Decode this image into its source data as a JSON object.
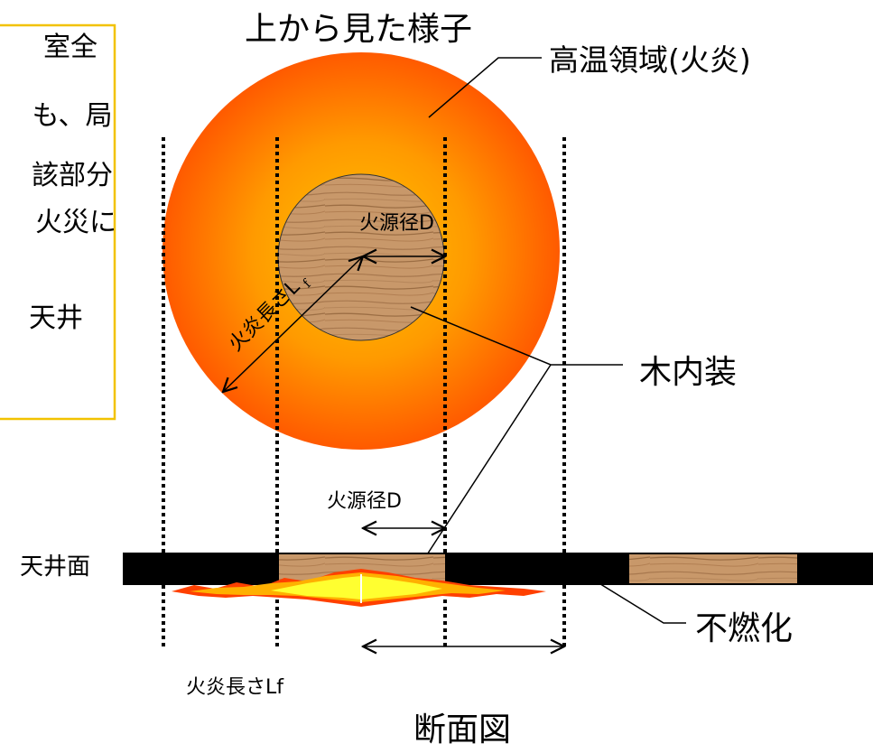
{
  "texts": {
    "top_view_title": "上から見た様子",
    "high_temp_region": "高温領域(火炎)",
    "source_diameter_top": "火源径D",
    "flame_length_top": "火炎長さL",
    "flame_length_top_sub": "f",
    "wood_interior": "木内装",
    "source_diameter_section": "火源径D",
    "ceiling_surface": "天井面",
    "noncombustible": "不燃化",
    "flame_length_section": "火炎長さLf",
    "section_title": "断面図",
    "callout_lines": [
      "室全",
      "も、局",
      "該部分",
      "火災に",
      "天井"
    ]
  },
  "colors": {
    "flame_outer": "#ff6a00",
    "flame_inner": "#ffb300",
    "wood": "#c8986a",
    "callout_border": "#f2c200",
    "ceiling": "#000000"
  }
}
